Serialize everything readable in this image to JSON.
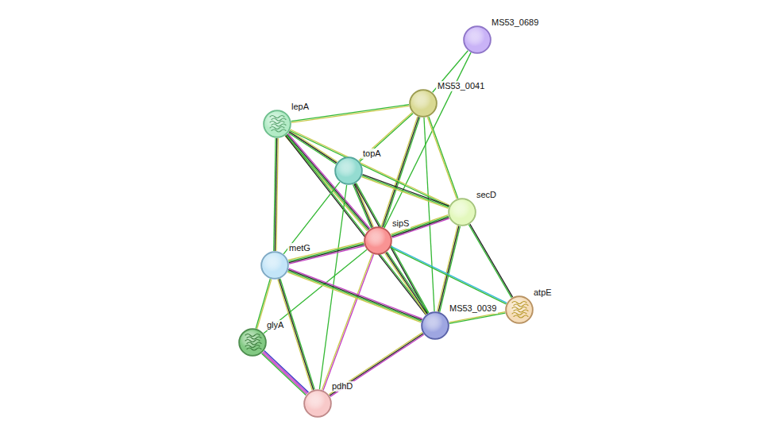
{
  "diagram": {
    "nodes": [
      {
        "text": [
          "MS53_0689"
        ]
      },
      {
        "text": [
          "MS53_0041"
        ]
      },
      {
        "text": [
          "lepA"
        ]
      },
      {
        "text": [
          "topA"
        ]
      },
      {
        "text": [
          "secD"
        ]
      },
      {
        "text": [
          "sipS"
        ]
      },
      {
        "text": [
          "metG"
        ]
      },
      {
        "text": [
          "MS53_0039"
        ]
      },
      {
        "text": [
          "atpE"
        ]
      },
      {
        "text": [
          "glyA"
        ]
      },
      {
        "text": [
          "pdhD"
        ]
      }
    ],
    "edges": [
      {
        "from": 0,
        "to": 1,
        "arrow": "none"
      },
      {
        "from": 0,
        "to": 5,
        "arrow": "none"
      },
      {
        "from": 1,
        "to": 2,
        "arrow": "none"
      },
      {
        "from": 1,
        "to": 3,
        "arrow": "none"
      },
      {
        "from": 1,
        "to": 4,
        "arrow": "none"
      },
      {
        "from": 1,
        "to": 5,
        "arrow": "none"
      },
      {
        "from": 1,
        "to": 7,
        "arrow": "none"
      },
      {
        "from": 2,
        "to": 3,
        "arrow": "none"
      },
      {
        "from": 2,
        "to": 4,
        "arrow": "none"
      },
      {
        "from": 2,
        "to": 5,
        "arrow": "none"
      },
      {
        "from": 2,
        "to": 6,
        "arrow": "none"
      },
      {
        "from": 2,
        "to": 7,
        "arrow": "none"
      },
      {
        "from": 3,
        "to": 4,
        "arrow": "none"
      },
      {
        "from": 3,
        "to": 5,
        "arrow": "none"
      },
      {
        "from": 3,
        "to": 6,
        "arrow": "none"
      },
      {
        "from": 3,
        "to": 7,
        "arrow": "none"
      },
      {
        "from": 3,
        "to": 10,
        "arrow": "none"
      },
      {
        "from": 4,
        "to": 5,
        "arrow": "none"
      },
      {
        "from": 4,
        "to": 7,
        "arrow": "none"
      },
      {
        "from": 4,
        "to": 8,
        "arrow": "none"
      },
      {
        "from": 5,
        "to": 6,
        "arrow": "none"
      },
      {
        "from": 5,
        "to": 7,
        "arrow": "none"
      },
      {
        "from": 5,
        "to": 8,
        "arrow": "none"
      },
      {
        "from": 5,
        "to": 9,
        "arrow": "none"
      },
      {
        "from": 5,
        "to": 10,
        "arrow": "none"
      },
      {
        "from": 6,
        "to": 7,
        "arrow": "none"
      },
      {
        "from": 6,
        "to": 9,
        "arrow": "none"
      },
      {
        "from": 6,
        "to": 10,
        "arrow": "none"
      },
      {
        "from": 7,
        "to": 8,
        "arrow": "none"
      },
      {
        "from": 7,
        "to": 10,
        "arrow": "none"
      },
      {
        "from": 9,
        "to": 10,
        "arrow": "none"
      }
    ]
  }
}
